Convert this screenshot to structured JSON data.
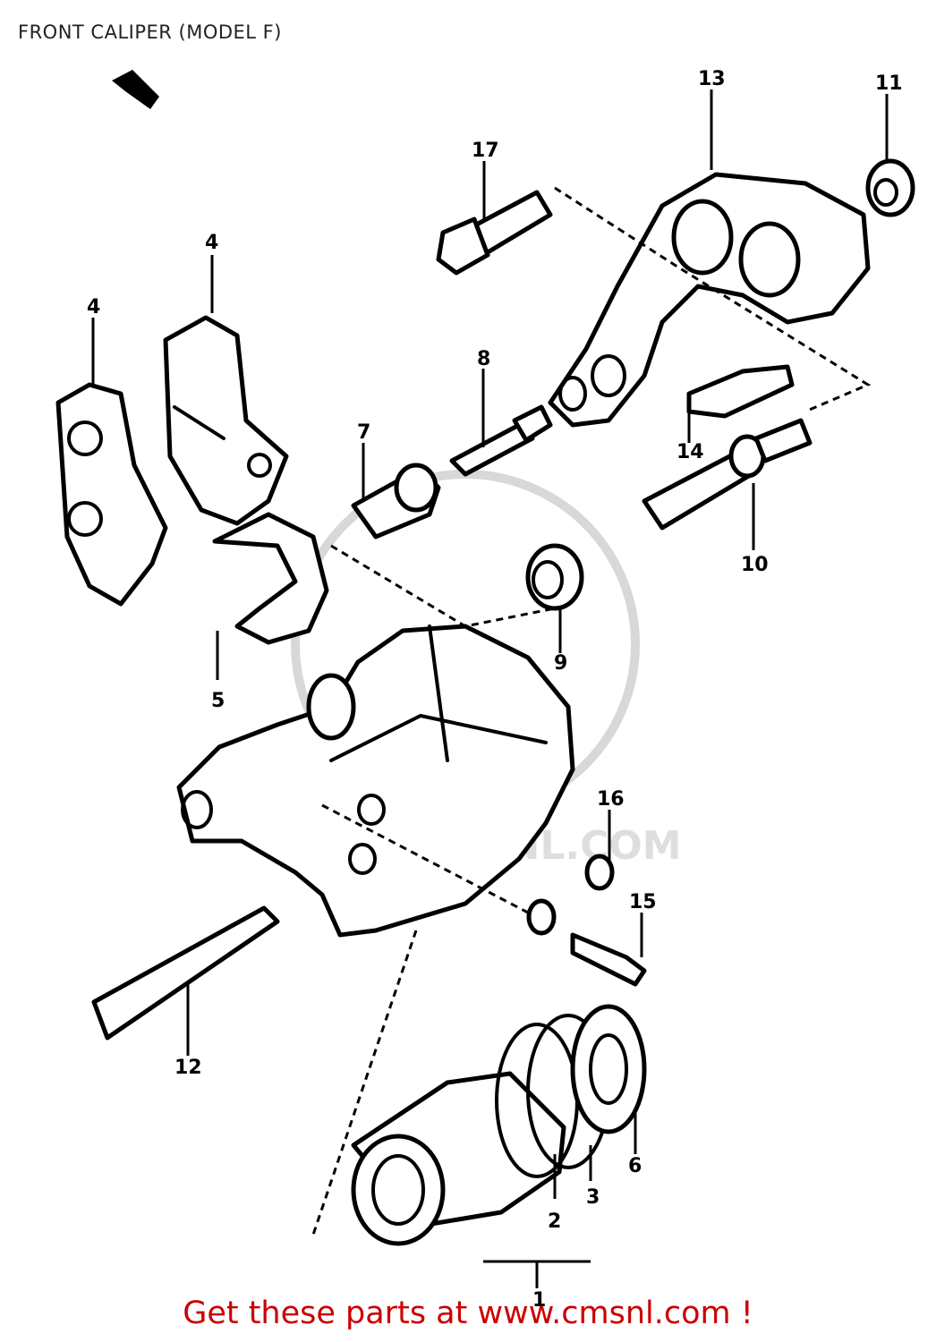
{
  "title": "FRONT CALIPER (MODEL F)",
  "footer": "Get these parts at www.cmsnl.com !",
  "watermark": {
    "text": "WWW.CMSNL.COM",
    "color": "#dedede"
  },
  "colors": {
    "footer": "#cc0000",
    "lines": "#000000"
  },
  "callouts": {
    "p1": "1",
    "p2": "2",
    "p3": "3",
    "p4a": "4",
    "p4b": "4",
    "p5": "5",
    "p6": "6",
    "p7": "7",
    "p8": "8",
    "p9": "9",
    "p10": "10",
    "p11": "11",
    "p12": "12",
    "p13": "13",
    "p14": "14",
    "p15": "15",
    "p16": "16",
    "p17": "17"
  }
}
